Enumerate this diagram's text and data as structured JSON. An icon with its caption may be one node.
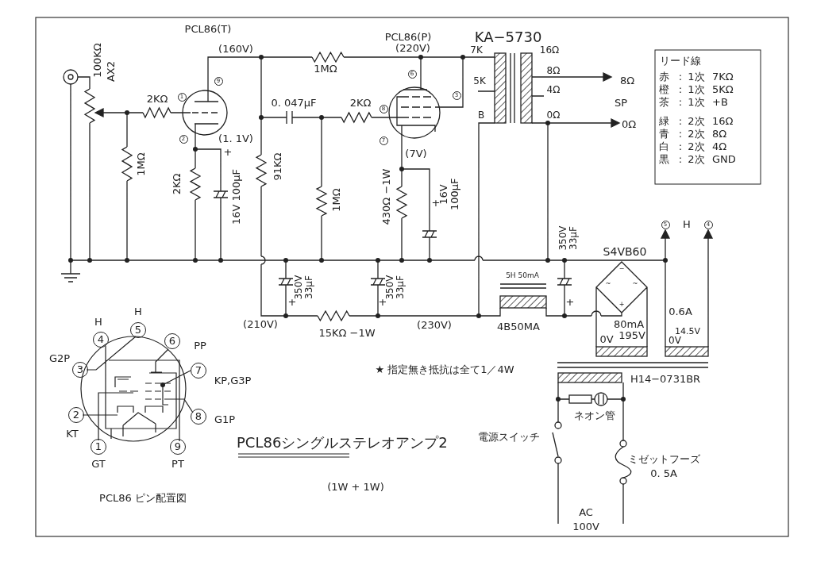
{
  "diagram": {
    "title": "PCL86シングルステレオアンプ2",
    "labels": [
      "PCL86(T)",
      "(160V)",
      "100KΩ",
      "AX2",
      "2KΩ",
      "1",
      "9",
      "2",
      "(1. 1V)",
      "1MΩ",
      "2KΩ",
      "+",
      "16V 100μF",
      "91KΩ",
      "0. 047μF",
      "1MΩ",
      "2KΩ",
      "1MΩ",
      "PCL86(P)",
      "(220V)",
      "KA−5730",
      "7K",
      "16Ω",
      "5K",
      "8Ω",
      "4Ω",
      "B",
      "0Ω",
      "6",
      "8",
      "3",
      "7",
      "(7V)",
      "430Ω −1W",
      "+",
      "16V 100μF",
      "8Ω",
      "SP",
      "0Ω",
      "リード線",
      "赤",
      ":",
      "1次",
      "7KΩ",
      "橙",
      ":",
      "1次",
      "5KΩ",
      "茶",
      ":",
      "1次",
      "+B",
      "緑",
      ":",
      "2次",
      "16Ω",
      "青",
      ":",
      "2次",
      "8Ω",
      "白",
      ":",
      "2次",
      "4Ω",
      "黒",
      ":",
      "2次",
      "GND",
      "350V 33μF",
      "S4VB60",
      "5",
      "H",
      "4",
      "+",
      "350V 33μF",
      "+",
      "350V 33μF",
      "5H 50mA",
      "+",
      "−",
      "~",
      "~",
      "+",
      "(210V)",
      "15KΩ −1W",
      "(230V)",
      "4B50MA",
      "80mA",
      "0V",
      "195V",
      "0.6A",
      "0V",
      "14.5V",
      "H",
      "H",
      "4",
      "5",
      "6",
      "PP",
      "G2P",
      "3",
      "7",
      "KP,G3P",
      "★ 指定無き抵抗は全て1／4W",
      "H14−0731BR",
      "2",
      "ネオン管",
      "G1P",
      "8",
      "KT",
      "電源スイッチ",
      "1",
      "9",
      "ミゼットフーズ",
      "0. 5A",
      "GT",
      "PT",
      "(1W + 1W)",
      "PCL86 ピン配置図",
      "AC",
      "100V"
    ]
  }
}
